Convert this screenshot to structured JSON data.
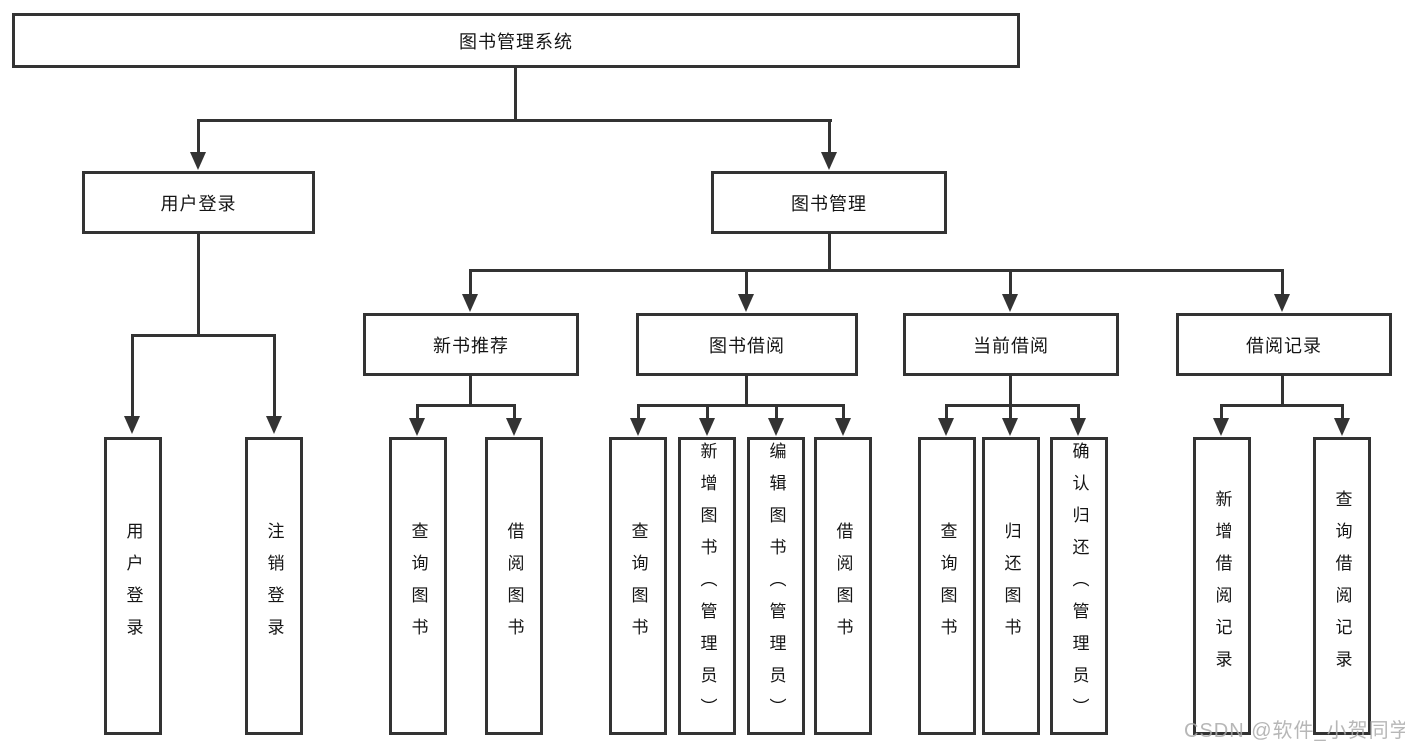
{
  "diagram_title": "图书管理系统",
  "nodes": {
    "root": "图书管理系统",
    "user_login": "用户登录",
    "book_mgmt": "图书管理",
    "new_book_rec": "新书推荐",
    "book_borrow": "图书借阅",
    "current_borrow": "当前借阅",
    "borrow_record": "借阅记录",
    "leaf_user_login": "用户登录",
    "leaf_logout": "注销登录",
    "leaf_query_book_rec": "查询图书",
    "leaf_borrow_book_rec": "借阅图书",
    "leaf_query_book_borrow": "查询图书",
    "leaf_add_book": "新增图书（管理员）",
    "leaf_edit_book": "编辑图书（管理员）",
    "leaf_borrow_book_borrow": "借阅图书",
    "leaf_query_book_current": "查询图书",
    "leaf_return_book": "归还图书",
    "leaf_confirm_return": "确认归还（管理员）",
    "leaf_add_borrow_record": "新增借阅记录",
    "leaf_query_borrow_record": "查询借阅记录"
  },
  "hierarchy": {
    "图书管理系统": {
      "用户登录": [
        "用户登录",
        "注销登录"
      ],
      "图书管理": {
        "新书推荐": [
          "查询图书",
          "借阅图书"
        ],
        "图书借阅": [
          "查询图书",
          "新增图书（管理员）",
          "编辑图书（管理员）",
          "借阅图书"
        ],
        "当前借阅": [
          "查询图书",
          "归还图书",
          "确认归还（管理员）"
        ],
        "借阅记录": [
          "新增借阅记录",
          "查询借阅记录"
        ]
      }
    }
  },
  "watermark": "CSDN @软件_小贺同学",
  "colors": {
    "line": "#333333",
    "box_border": "#333333",
    "box_fill": "#ffffff",
    "text": "#151515",
    "watermark": "#aaaaaa",
    "background": "#ffffff"
  }
}
